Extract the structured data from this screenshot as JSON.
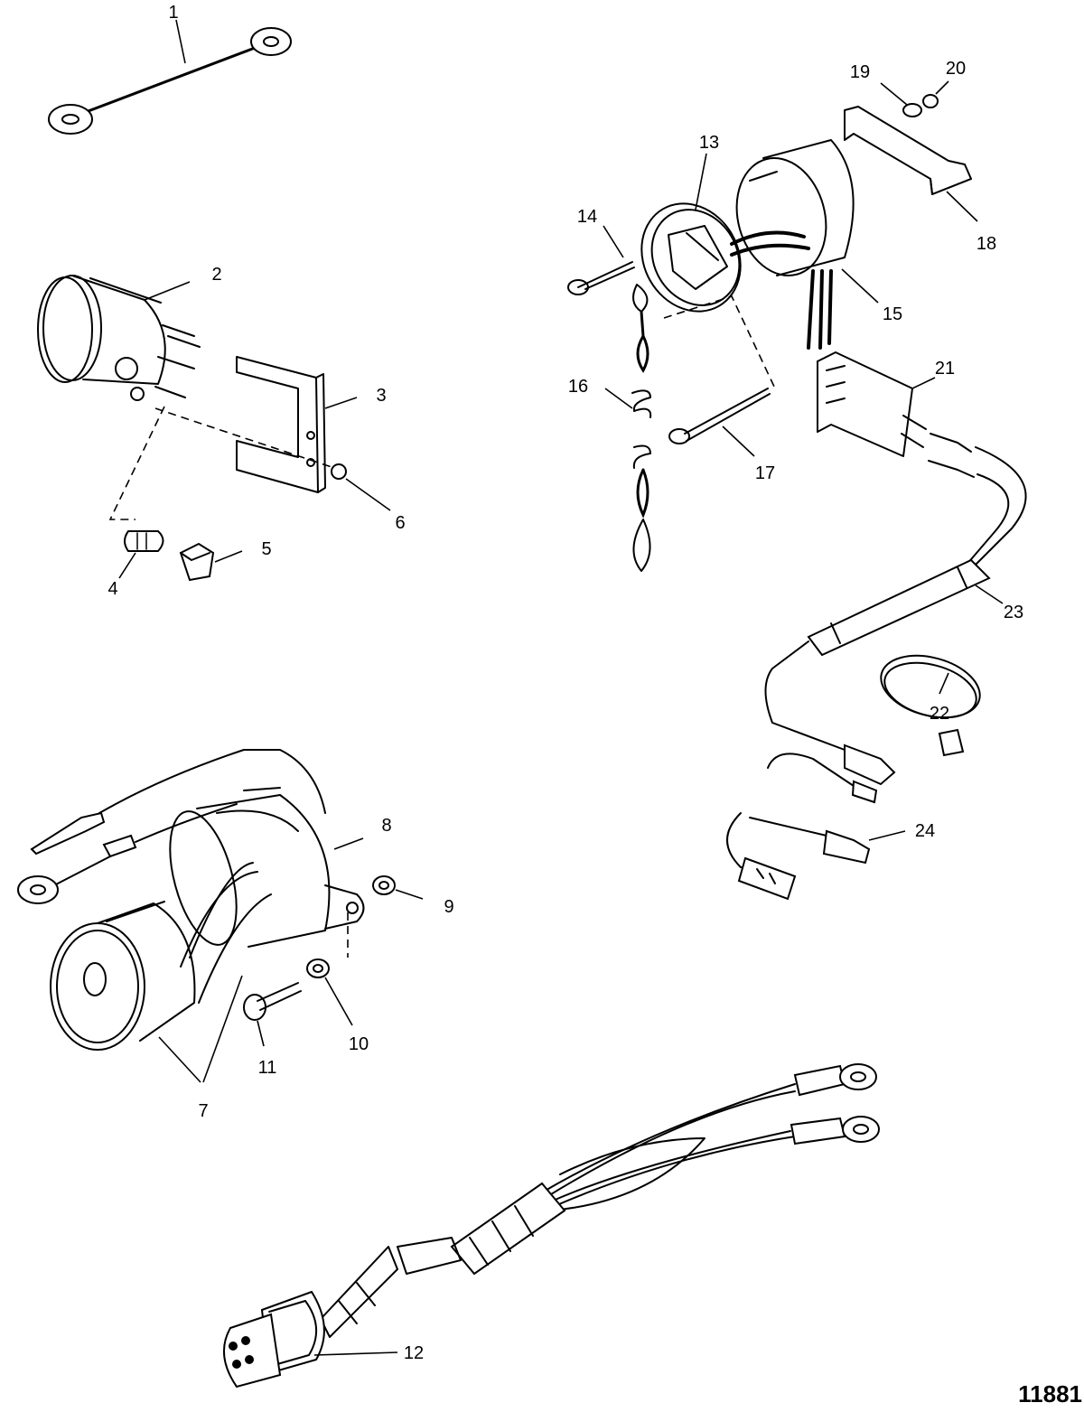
{
  "figure_number": "11881",
  "callouts": [
    {
      "id": "c1",
      "label": "1"
    },
    {
      "id": "c2",
      "label": "2"
    },
    {
      "id": "c3",
      "label": "3"
    },
    {
      "id": "c4",
      "label": "4"
    },
    {
      "id": "c5",
      "label": "5"
    },
    {
      "id": "c6",
      "label": "6"
    },
    {
      "id": "c7",
      "label": "7"
    },
    {
      "id": "c8",
      "label": "8"
    },
    {
      "id": "c9",
      "label": "9"
    },
    {
      "id": "c10",
      "label": "10"
    },
    {
      "id": "c11",
      "label": "11"
    },
    {
      "id": "c12",
      "label": "12"
    },
    {
      "id": "c13",
      "label": "13"
    },
    {
      "id": "c14",
      "label": "14"
    },
    {
      "id": "c15",
      "label": "15"
    },
    {
      "id": "c16",
      "label": "16"
    },
    {
      "id": "c17",
      "label": "17"
    },
    {
      "id": "c18",
      "label": "18"
    },
    {
      "id": "c19",
      "label": "19"
    },
    {
      "id": "c20",
      "label": "20"
    },
    {
      "id": "c21",
      "label": "21"
    },
    {
      "id": "c22",
      "label": "22"
    },
    {
      "id": "c23",
      "label": "23"
    },
    {
      "id": "c24",
      "label": "24"
    }
  ]
}
